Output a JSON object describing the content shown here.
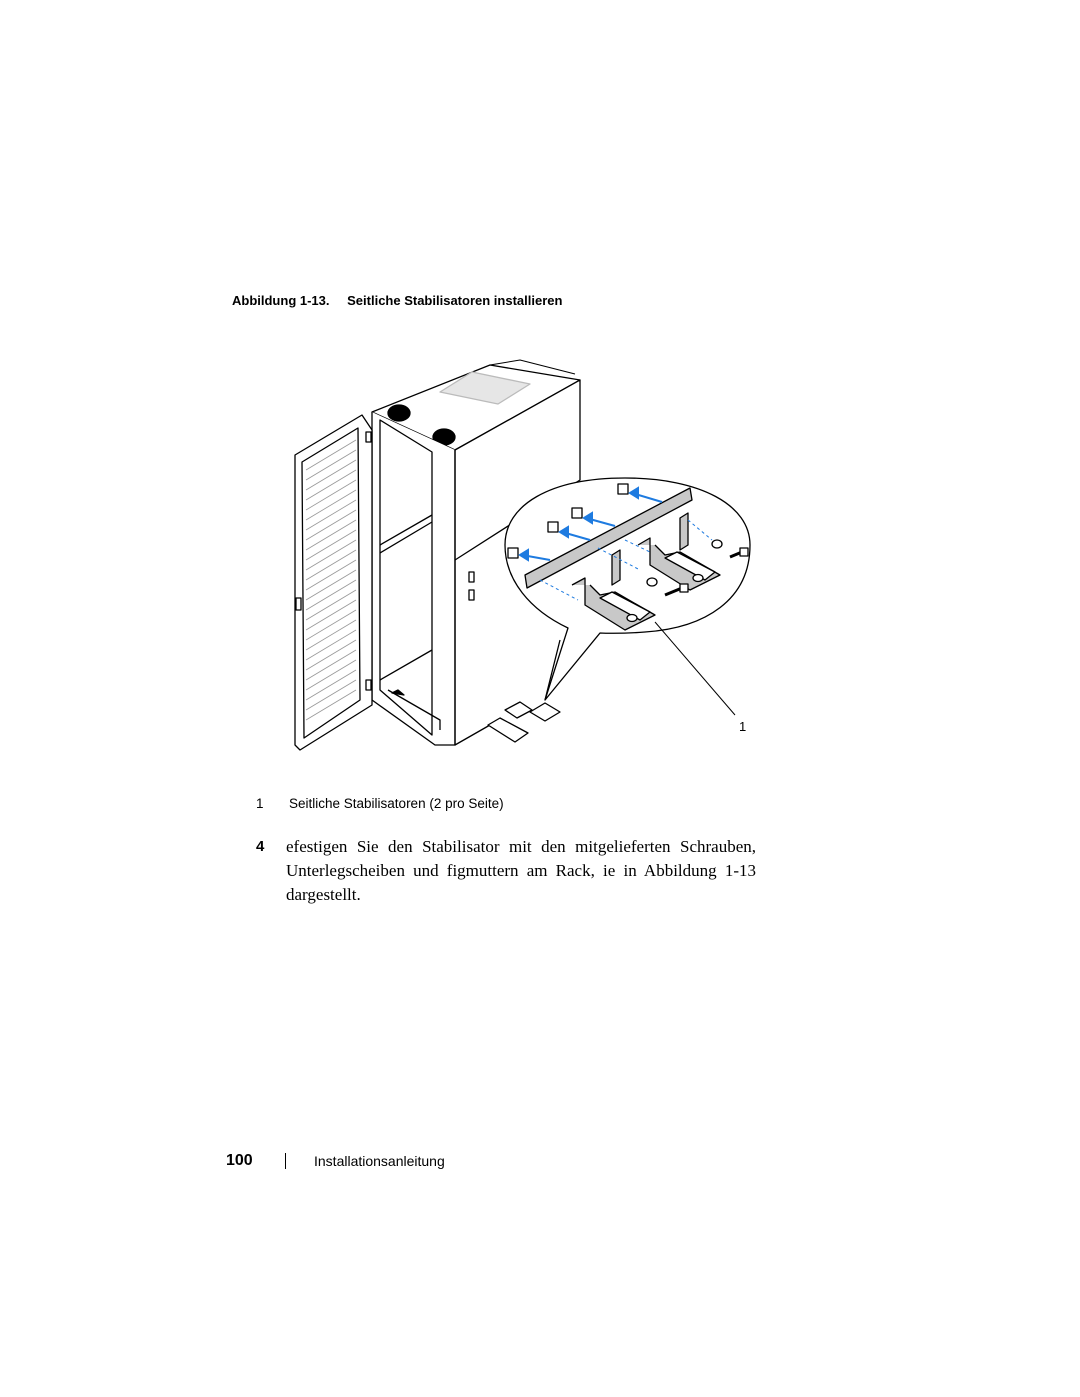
{
  "figure": {
    "caption_label": "Abbildung 1-13.",
    "caption_title": "Seitliche Stabilisatoren installieren",
    "callout_number": "1"
  },
  "legend": [
    {
      "number": "1",
      "text": "Seitliche Stabilisatoren (2 pro Seite)"
    }
  ],
  "step": {
    "number": "4",
    "text": "efestigen Sie den Stabilisator mit   den mitgelieferten Schrauben, Unterlegscheiben und figmuttern am Rack, ie in Abbildung 1-13 dargestellt."
  },
  "footer": {
    "page_number": "100",
    "document_title": "Installationsanleitung"
  },
  "colors": {
    "arrow_blue": "#1e7be0",
    "text": "#000000"
  }
}
